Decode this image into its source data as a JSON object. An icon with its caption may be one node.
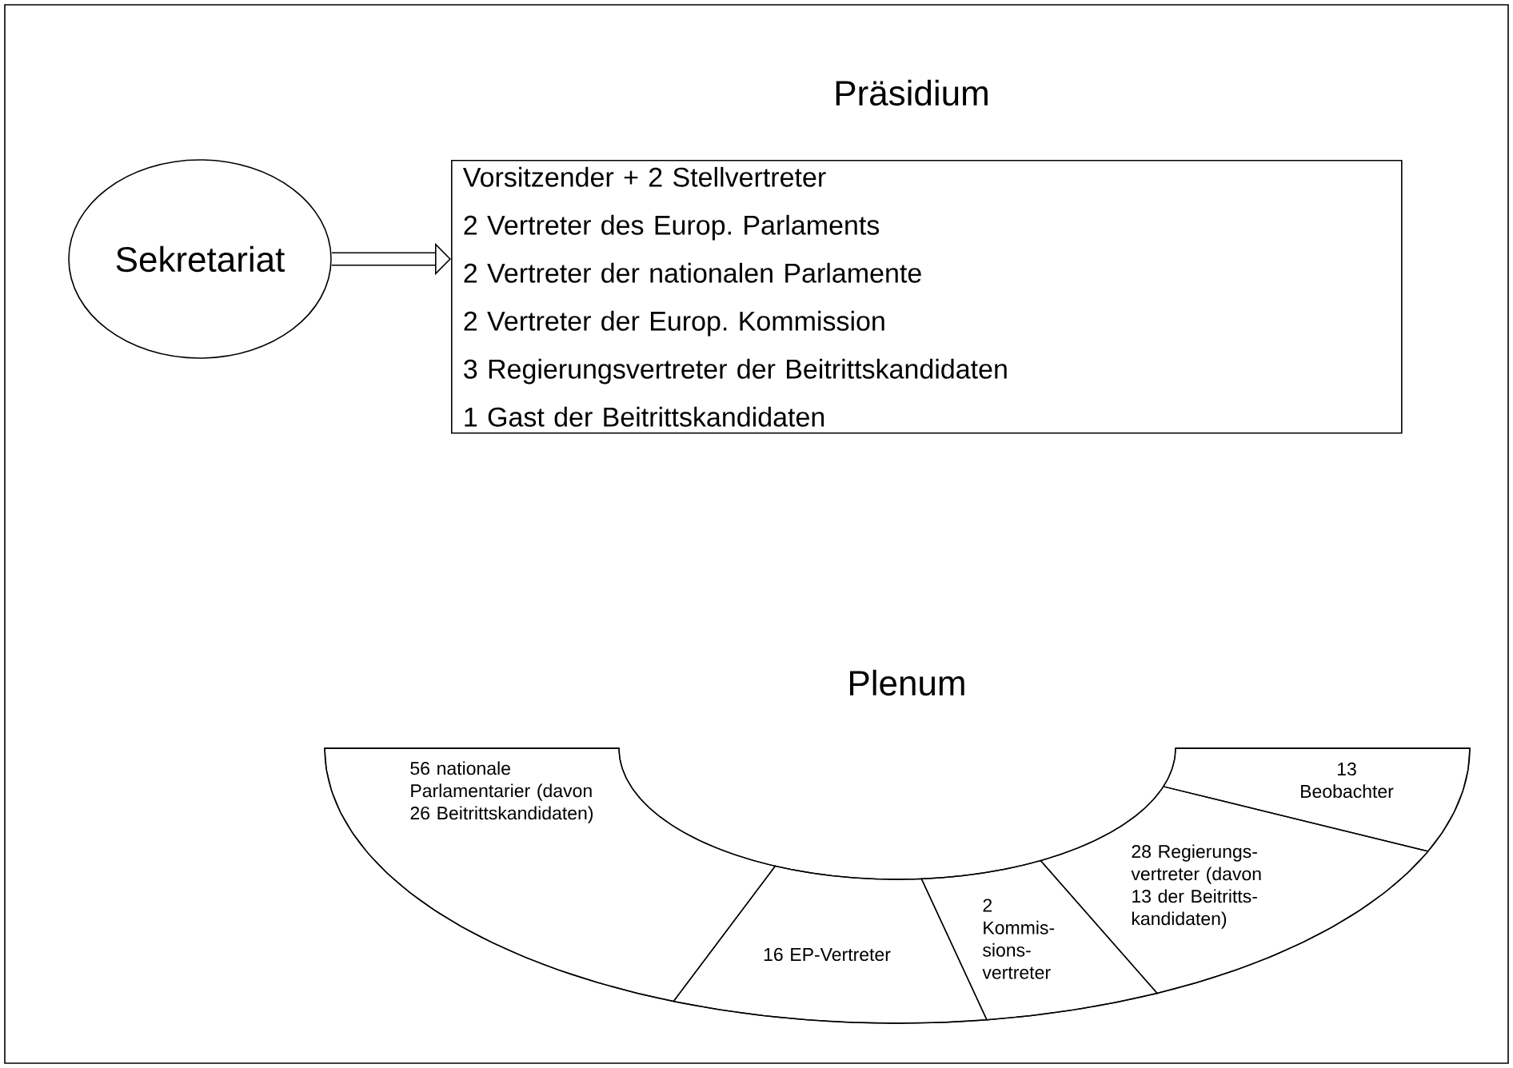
{
  "diagram": {
    "nodes": [
      {
        "text": [
          "Sekretariat"
        ]
      },
      {
        "text": [
          "Präsidium",
          "Vorsitzender + 2 Stellvertreter",
          "2 Vertreter des Europ. Parlaments",
          "2 Vertreter der nationalen Parlamente",
          "2 Vertreter der Europ. Kommission",
          "3 Regierungsvertreter der Beitrittskandidaten",
          "1 Gast der Beitrittskandidaten"
        ]
      },
      {
        "text": [
          "Plenum"
        ]
      },
      {
        "text": [
          "56 nationale Parlamentarier (davon 26 Beitrittskandidaten)"
        ],
        "in": 2
      },
      {
        "text": [
          "16 EP-Vertreter"
        ],
        "in": 2
      },
      {
        "text": [
          "2 Kommis- sions- vertreter"
        ],
        "in": 2
      },
      {
        "text": [
          "28 Regierungs- vertreter (davon 13 der Beitritts- kandidaten)"
        ],
        "in": 2
      },
      {
        "text": [
          "13 Beobachter"
        ],
        "in": 2
      }
    ],
    "edges": [
      {
        "from": 0,
        "to": 1,
        "arrow": "to"
      }
    ]
  }
}
